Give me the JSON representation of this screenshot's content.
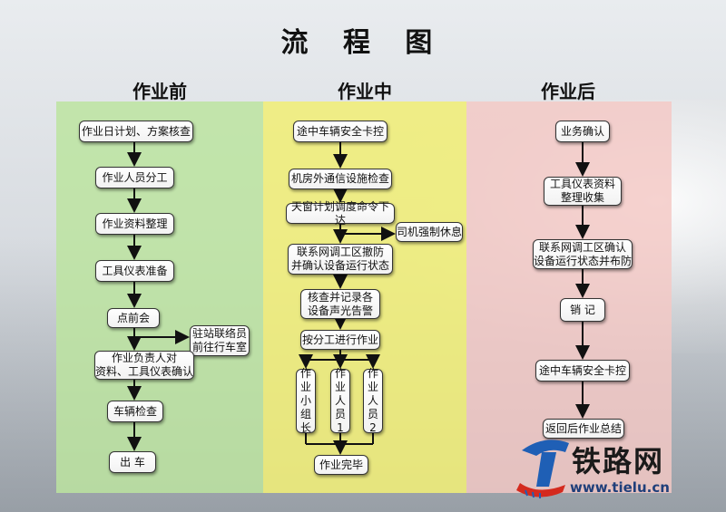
{
  "title": "流 程 图",
  "columns": {
    "before": "作业前",
    "during": "作业中",
    "after": "作业后"
  },
  "before": {
    "b1": "作业日计划、方案核查",
    "b2": "作业人员分工",
    "b3": "作业资料整理",
    "b4": "工具仪表准备",
    "b5": "点前会",
    "b6": "驻站联络员\n前往行车室",
    "b7": "作业负责人对\n资料、工具仪表确认",
    "b8": "车辆检查",
    "b9": "出  车"
  },
  "during": {
    "d1": "途中车辆安全卡控",
    "d2": "机房外通信设施检查",
    "d3": "天窗计划调度命令下达",
    "d4": "司机强制休息",
    "d5": "联系网调工区撤防\n并确认设备运行状态",
    "d6": "核查并记录各\n设备声光告警",
    "d7": "按分工进行作业",
    "v1": "作\n业\n小\n组\n长",
    "v2": "作\n业\n人\n员\n1",
    "v3": "作\n业\n人\n员\n2",
    "d8": "作业完毕"
  },
  "after": {
    "a1": "业务确认",
    "a2": "工具仪表资料\n整理收集",
    "a3": "联系网调工区确认\n设备运行状态并布防",
    "a4": "销  记",
    "a5": "途中车辆安全卡控",
    "a6": "返回后作业总结"
  },
  "logo": {
    "name": "铁路网",
    "url": "www.tielu.cn",
    "colors": {
      "blue": "#1f5fb5",
      "red": "#d42a1e",
      "text": "#1a1a1a"
    }
  },
  "colors": {
    "panel_before": "#bce4a0",
    "panel_during": "#f0ee78",
    "panel_after": "#f4c8c4"
  }
}
